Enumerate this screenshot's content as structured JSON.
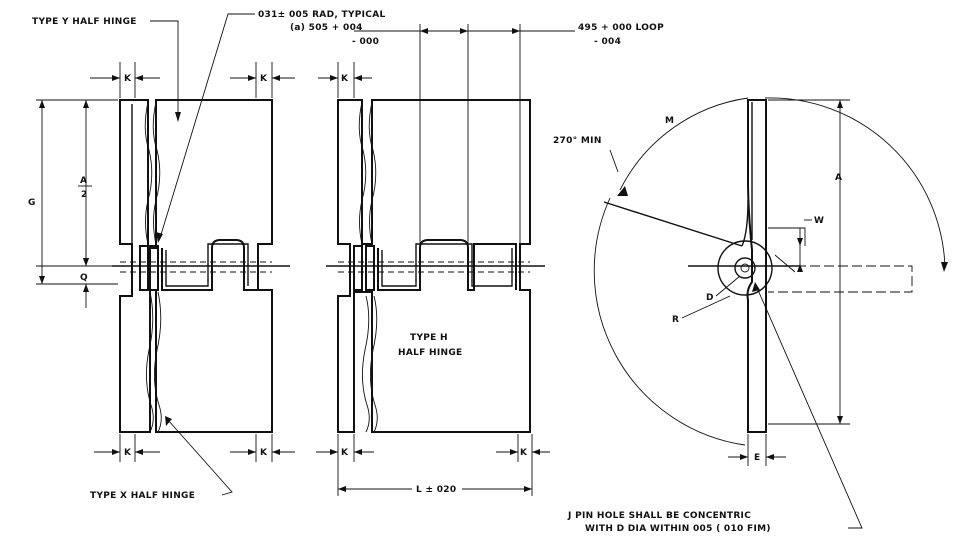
{
  "labels": {
    "type_y": "TYPE Y HALF HINGE",
    "rad": "031± 005 RAD, TYPICAL",
    "dim_a_top": "(a)  505 + 004",
    "dim_a_bot": "- 000",
    "loop_top": "495 + 000 LOOP",
    "loop_bot": "- 004",
    "k": "K",
    "g": "G",
    "a_num": "A",
    "a_den": "2",
    "q": "Q",
    "type_h_1": "TYPE  H",
    "type_h_2": "HALF HINGE",
    "type_x": "TYPE X HALF HINGE",
    "l_dim": "L ± 020",
    "deg": "270° MIN",
    "m": "M",
    "a": "A",
    "w": "W",
    "d": "D",
    "r": "R",
    "e": "E",
    "note_1": "J  PIN HOLE SHALL BE CONCENTRIC",
    "note_2": "WITH D DIA WITHIN  005 ( 010 FIM)"
  }
}
